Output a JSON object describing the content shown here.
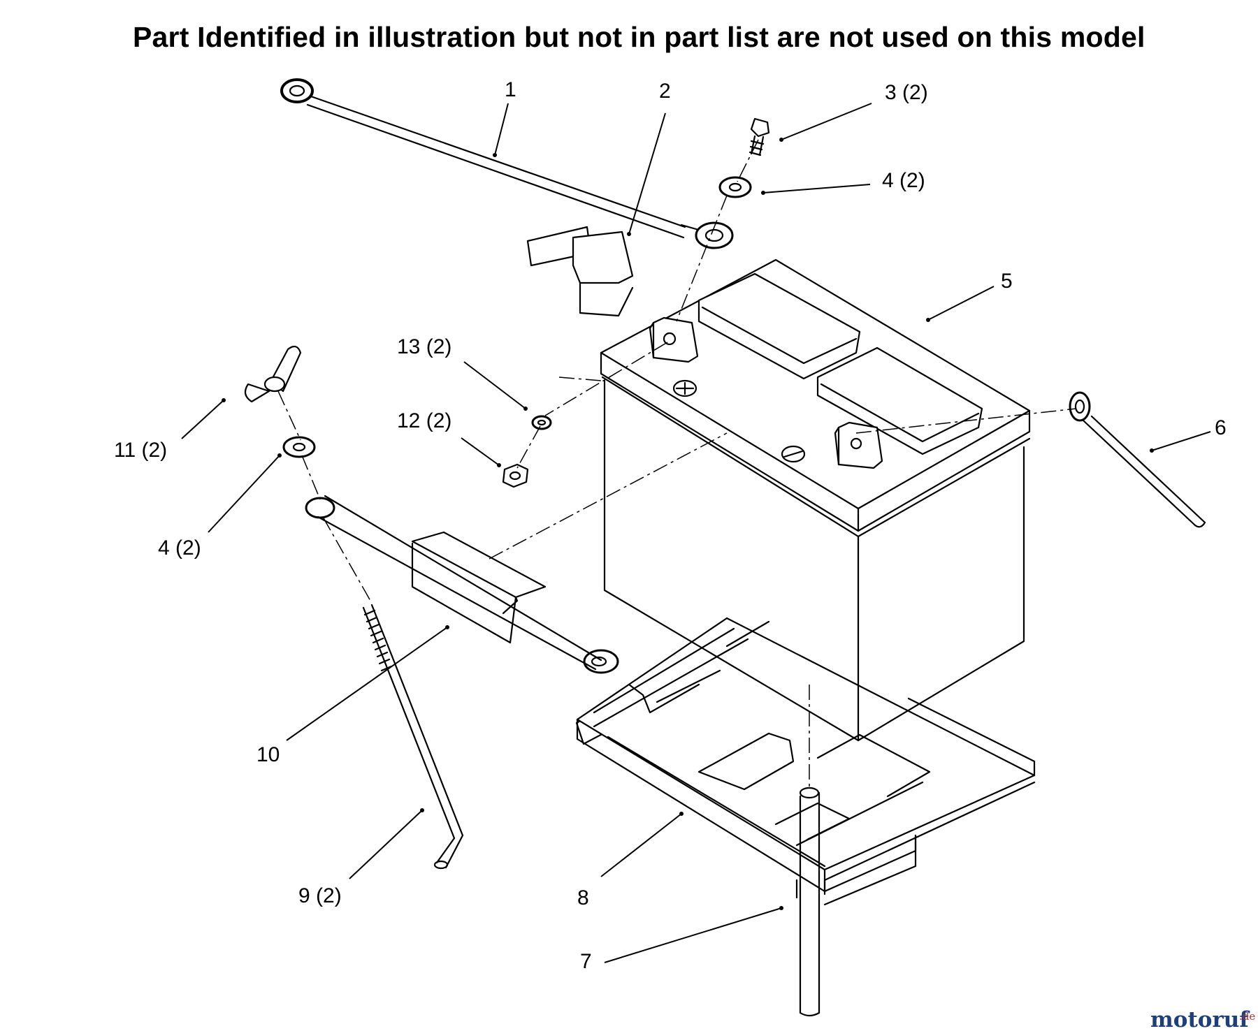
{
  "header": {
    "title": "Part Identified in illustration but not in part list are not used on this model"
  },
  "callouts": [
    {
      "id": "c1",
      "text": "1"
    },
    {
      "id": "c2",
      "text": "2"
    },
    {
      "id": "c3",
      "text": "3 (2)"
    },
    {
      "id": "c4a",
      "text": "4 (2)"
    },
    {
      "id": "c5",
      "text": "5"
    },
    {
      "id": "c6",
      "text": "6"
    },
    {
      "id": "c7",
      "text": "7"
    },
    {
      "id": "c8",
      "text": "8"
    },
    {
      "id": "c9",
      "text": "9 (2)"
    },
    {
      "id": "c10",
      "text": "10"
    },
    {
      "id": "c11",
      "text": "11 (2)"
    },
    {
      "id": "c4b",
      "text": "4 (2)"
    },
    {
      "id": "c12",
      "text": "12 (2)"
    },
    {
      "id": "c13",
      "text": "13 (2)"
    }
  ],
  "watermark": {
    "brand": "motoruf",
    "suffix": ".de",
    "color_main": "#1f3f7a",
    "color_suffix": "#b03030"
  }
}
